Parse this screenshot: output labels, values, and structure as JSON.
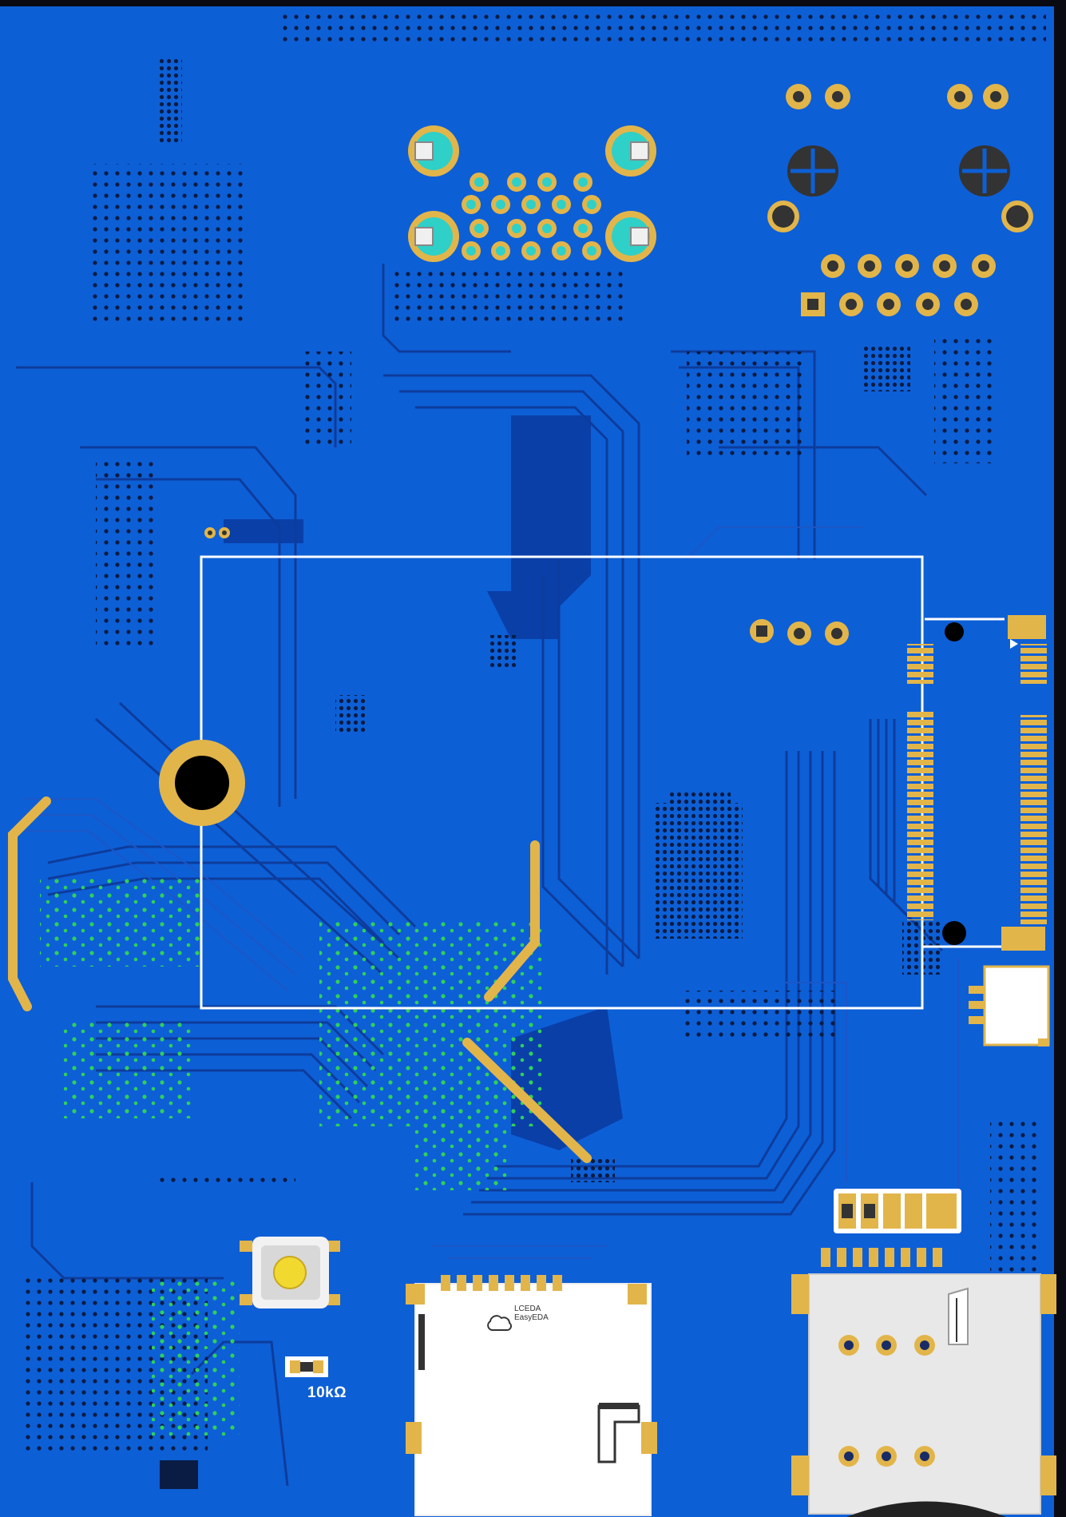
{
  "board": {
    "colors": {
      "substrate": "#0d5fd6",
      "copper_dark": "#0a3fa8",
      "trace": "#1248b8",
      "trace_light": "#2a74e6",
      "silkscreen": "#ffffff",
      "pad_gold": "#e2b54a",
      "via_green": "#2fd05a",
      "via_dark": "#0a1c44"
    },
    "labels": {
      "resistor_value": "10kΩ",
      "logo_line1": "LCEDA",
      "logo_line2": "EasyEDA"
    },
    "icons": {
      "logo": "cloud-logo-icon",
      "mounting_hole": "mounting-hole-icon",
      "tactile_button": "tactile-button-icon"
    }
  }
}
